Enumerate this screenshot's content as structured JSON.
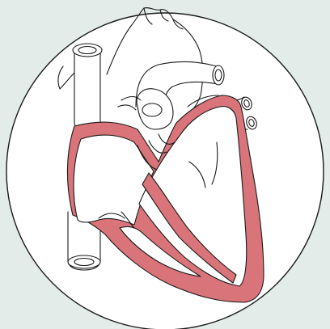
{
  "diagram": {
    "title": "",
    "labels": [],
    "colors": {
      "background": "#e3ece9",
      "medallion": "#ffffff",
      "outline": "#1a1a1a",
      "myocardium": "#d9747a",
      "inner": "#ffffff"
    },
    "parts": [
      "superior-vena-cava",
      "inferior-vena-cava",
      "aortic-arch",
      "pulmonary-artery",
      "pulmonary-veins",
      "right-atrium",
      "right-ventricle",
      "left-atrium",
      "left-ventricle",
      "septum",
      "valves"
    ]
  }
}
